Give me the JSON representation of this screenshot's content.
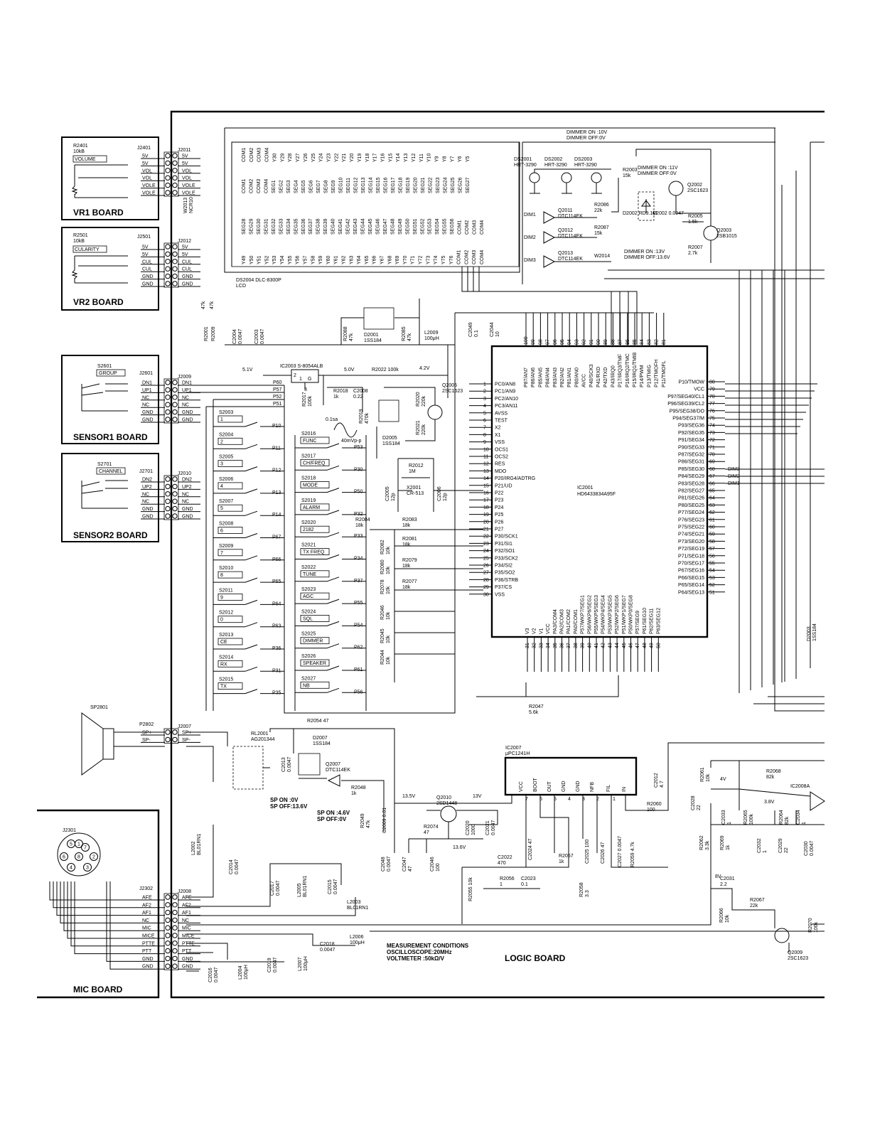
{
  "boards": {
    "vr1": "VR1 BOARD",
    "vr2": "VR2 BOARD",
    "sensor1": "SENSOR1 BOARD",
    "sensor2": "SENSOR2 BOARD",
    "mic": "MIC BOARD",
    "logic": "LOGIC BOARD"
  },
  "vr1": {
    "ref": "R2401",
    "value": "10kB",
    "label": "VOLUME",
    "jack": "J2401",
    "pins": [
      "5V",
      "5V",
      "VOL",
      "VOL",
      "VOLE",
      "VOLE"
    ]
  },
  "vr2": {
    "ref": "R2501",
    "value": "10kB",
    "label": "CULARITY",
    "jack": "J2501",
    "pins": [
      "5V",
      "5V",
      "CUL",
      "CUL",
      "GND",
      "GND"
    ]
  },
  "sensor1": {
    "switch": "S2601",
    "label": "GROUP",
    "jack": "J2601",
    "pins": [
      "DN1",
      "UP1",
      "NC",
      "NC",
      "GND",
      "GND"
    ]
  },
  "sensor2": {
    "switch": "S2701",
    "label": "CHANNEL",
    "jack": "J2701",
    "pins": [
      "DN2",
      "UP2",
      "NC",
      "NC",
      "GND",
      "GND"
    ]
  },
  "logic_connectors": {
    "j2011": {
      "ref": "J2011",
      "pins": [
        "5V",
        "5V",
        "VOL",
        "VOL",
        "VOLE",
        "VOLE"
      ]
    },
    "j2012": {
      "ref": "J2012",
      "pins": [
        "5V",
        "5V",
        "CUL",
        "CUL",
        "GND",
        "GND"
      ]
    },
    "j2009": {
      "ref": "J2009",
      "pins": [
        "DN1",
        "UP1",
        "NC",
        "NC",
        "GND",
        "GND"
      ]
    },
    "j2010": {
      "ref": "J2010",
      "pins": [
        "DN2",
        "UP2",
        "NC",
        "NC",
        "GND",
        "GND"
      ]
    },
    "j2007": {
      "ref": "J2007",
      "pins": [
        "SP+",
        "SP-"
      ]
    },
    "j2008": {
      "ref": "J2008",
      "pins": [
        "AFE",
        "AF2",
        "AF1",
        "NC",
        "MIC",
        "MICE",
        "PTTE",
        "PTT",
        "GND",
        "GND"
      ]
    }
  },
  "speaker": {
    "ref": "SP2801",
    "jack": "P2802",
    "pins": [
      "SP+",
      "SP-"
    ]
  },
  "mic": {
    "jack": "J2301",
    "plug": "J2302",
    "pin_numbers": [
      "1",
      "2",
      "3",
      "4",
      "5",
      "6",
      "7",
      "8"
    ],
    "pins": [
      "AFE",
      "AF2",
      "AF1",
      "NC",
      "MIC",
      "MICE",
      "PTTE",
      "PTT",
      "GND",
      "GND"
    ]
  },
  "lcd": {
    "ref": "DS2004 DLC-8300P",
    "type": "LCD",
    "top_pins": [
      "COM1",
      "COM2",
      "COM3",
      "COM4",
      "Y30",
      "Y29",
      "Y28",
      "Y27",
      "Y26",
      "Y25",
      "Y24",
      "Y23",
      "Y22",
      "Y21",
      "Y20",
      "Y19",
      "Y18",
      "Y17",
      "Y16",
      "Y15",
      "Y14",
      "Y13",
      "Y12",
      "Y11",
      "Y10",
      "Y9",
      "Y8",
      "Y7",
      "Y6",
      "Y5"
    ],
    "mid1": [
      "COM1",
      "COM2",
      "COM3",
      "COM4",
      "SEG1",
      "SEG2",
      "SEG3",
      "SEG4",
      "SEG5",
      "SEG6",
      "SEG7",
      "SEG8",
      "SEG9",
      "SEG10",
      "SEG11",
      "SEG12",
      "SEG13",
      "SEG14",
      "SEG15",
      "SEG16",
      "SEG17",
      "SEG18",
      "SEG19",
      "SEG20",
      "SEG21",
      "SEG22",
      "SEG23",
      "SEG24",
      "SEG25",
      "SEG26",
      "SEG27"
    ],
    "mid2": [
      "SEG28",
      "SEG29",
      "SEG30",
      "SEG31",
      "SEG32",
      "SEG33",
      "SEG34",
      "SEG35",
      "SEG36",
      "SEG37",
      "SEG38",
      "SEG39",
      "SEG40",
      "SEG41",
      "SEG42",
      "SEG43",
      "SEG44",
      "SEG45",
      "SEG46",
      "SEG47",
      "SEG48",
      "SEG49",
      "SEG50",
      "SEG51",
      "SEG52",
      "SEG53",
      "SEG54",
      "SEG55",
      "SEG56",
      "COM1",
      "COM2",
      "COM3",
      "COM4"
    ],
    "bottom": [
      "Y49",
      "Y50",
      "Y51",
      "Y52",
      "Y53",
      "Y54",
      "Y55",
      "Y56",
      "Y57",
      "Y58",
      "Y59",
      "Y60",
      "Y61",
      "Y62",
      "Y63",
      "Y64",
      "Y65",
      "Y66",
      "Y67",
      "Y68",
      "Y69",
      "Y70",
      "Y71",
      "Y72",
      "Y73",
      "Y74",
      "Y75",
      "Y76",
      "COM1",
      "COM2",
      "COM3",
      "COM4"
    ]
  },
  "leds": [
    {
      "ref": "DS2001",
      "part": "HRT-3290"
    },
    {
      "ref": "DS2002",
      "part": "HRT-3290"
    },
    {
      "ref": "DS2003",
      "part": "HRT-3290"
    }
  ],
  "dimmer": {
    "on_10": "DIMMER ON :10V",
    "off_0a": "DIMMER OFF:0V",
    "on_11": "DIMMER ON :11V",
    "off_0b": "DIMMER OFF:0V",
    "on_13": "DIMMER ON :13V",
    "off_136": "DIMMER OFF:13.6V",
    "dim1": "DIM1",
    "dim2": "DIM2",
    "dim3": "DIM3"
  },
  "parts_top": {
    "q2011": "Q2011",
    "q2011p": "DTC114EK",
    "q2012": "Q2012",
    "q2012p": "DTC114EK",
    "q2013": "Q2013",
    "q2013p": "DTC114EK",
    "r2086": "R2086",
    "r2086v": "22k",
    "r2087": "R2087",
    "r2087v": "15k",
    "w2014": "W2014",
    "r2003": "R2003",
    "r2003v": "15k",
    "d2002": "D2002 RD9.1M",
    "c2002": "C2002 0.0047",
    "q2002": "Q2002",
    "q2002p": "2SC1623",
    "r2005": "R2005",
    "r2005v": "1.5k",
    "q2003": "Q2003",
    "q2003p": "2SB1015",
    "r2007": "R2007",
    "r2007v": "2.7k",
    "w2013": "W2013",
    "w2013p": "NCR10",
    "r2001": "R2001",
    "r2001v": "47k",
    "r2009": "R2009",
    "r2009v": "47k",
    "c2004": "C2004",
    "c2004v": "0.0047",
    "c2003": "C2003",
    "c2003v": "0.0047",
    "r2088": "R2088",
    "r2088v": "47k",
    "d2001": "D2001",
    "d2001p": "1SS184",
    "r2085": "R2085",
    "r2085v": "47k",
    "l2009": "L2009",
    "l2009v": "100μH",
    "c2049": "C2049",
    "c2049v": "0.1",
    "c2044": "C2044",
    "c2044v": "10"
  },
  "reset": {
    "ic": "IC2003 S-8054ALB",
    "v51": "5.1V",
    "v50": "5.0V",
    "v42": "4.2V",
    "r2022": "R2022 100k",
    "q2005": "Q2005",
    "q2005p": "2SC1623",
    "r2017": "R2017",
    "r2017v": "100k",
    "r2018": "R2018",
    "r2018v": "1k",
    "c2008": "C2008",
    "c2008v": "0.22",
    "r2019": "R2019",
    "r2019v": "470k",
    "r2020": "R2020",
    "r2020v": "220k",
    "r2021": "R2021",
    "r2021v": "220k",
    "d2005": "D2005",
    "d2005p": "1SS184",
    "pulse": "0.1sa",
    "pulse2": "40mVp-p",
    "ic_pins": [
      "2",
      "1",
      "3",
      "G"
    ]
  },
  "keys_left": [
    {
      "ref": "S2003",
      "label": "1",
      "port": "P10"
    },
    {
      "ref": "S2004",
      "label": "2",
      "port": "P11"
    },
    {
      "ref": "S2005",
      "label": "3",
      "port": "P12"
    },
    {
      "ref": "S2006",
      "label": "4",
      "port": "P13"
    },
    {
      "ref": "S2007",
      "label": "5",
      "port": "P14"
    },
    {
      "ref": "S2008",
      "label": "6",
      "port": "P67"
    },
    {
      "ref": "S2009",
      "label": "7",
      "port": "P66"
    },
    {
      "ref": "S2010",
      "label": "8",
      "port": "P65"
    },
    {
      "ref": "S2011",
      "label": "9",
      "port": "P64"
    },
    {
      "ref": "S2012",
      "label": "0",
      "port": "P63"
    },
    {
      "ref": "S2013",
      "label": "CE",
      "port": "P36"
    },
    {
      "ref": "S2014",
      "label": "RX",
      "port": "P31"
    },
    {
      "ref": "S2015",
      "label": "TX",
      "port": "P35"
    }
  ],
  "keys_right": [
    {
      "ref": "S2016",
      "label": "FUNC",
      "port": "P53"
    },
    {
      "ref": "S2017",
      "label": "CH/FREQ",
      "port": "P30"
    },
    {
      "ref": "S2018",
      "label": "MODE",
      "port": "P50"
    },
    {
      "ref": "S2019",
      "label": "ALARM",
      "port": "P32"
    },
    {
      "ref": "S2020",
      "label": "2182",
      "port": "P33"
    },
    {
      "ref": "S2021",
      "label": "TX FREQ",
      "port": "P34"
    },
    {
      "ref": "S2022",
      "label": "TUNE",
      "port": "P37"
    },
    {
      "ref": "S2023",
      "label": "AGC",
      "port": "P55"
    },
    {
      "ref": "S2024",
      "label": "SQL",
      "port": "P54"
    },
    {
      "ref": "S2025",
      "label": "DIMMER",
      "port": "P62"
    },
    {
      "ref": "S2026",
      "label": "SPEAKER",
      "port": "P61"
    },
    {
      "ref": "S2027",
      "label": "NB",
      "port": "P56"
    }
  ],
  "sensor_ports": [
    "P60",
    "P57",
    "P52",
    "P51"
  ],
  "ladder": [
    {
      "ref": "R2084",
      "v": "18k"
    },
    {
      "ref": "R2083",
      "v": "18k"
    },
    {
      "ref": "R2082",
      "v": "10k"
    },
    {
      "ref": "R2081",
      "v": "18k"
    },
    {
      "ref": "R2080",
      "v": "10k"
    },
    {
      "ref": "R2079",
      "v": "18k"
    },
    {
      "ref": "R2078",
      "v": "10k"
    },
    {
      "ref": "R2077",
      "v": "18k"
    },
    {
      "ref": "R2046",
      "v": "10k"
    },
    {
      "ref": "R2045",
      "v": "10k"
    },
    {
      "ref": "R2044",
      "v": "10k"
    }
  ],
  "osc": {
    "r2012": "R2012",
    "r2012v": "1M",
    "x2001": "X2001",
    "x2001p": "CR-513",
    "c2005": "C2005",
    "c2005v": "12p",
    "c2006": "C2006",
    "c2006v": "12p"
  },
  "mcu": {
    "ref": "IC2001",
    "part": "HD6433834A95F",
    "left_pins": [
      {
        "n": "1",
        "s": "PC0/AN8"
      },
      {
        "n": "2",
        "s": "PC1/AN9"
      },
      {
        "n": "3",
        "s": "PC2/AN10"
      },
      {
        "n": "4",
        "s": "PC3/AN11"
      },
      {
        "n": "5",
        "s": "AVSS"
      },
      {
        "n": "6",
        "s": "TEST"
      },
      {
        "n": "7",
        "s": "X2"
      },
      {
        "n": "8",
        "s": "X1"
      },
      {
        "n": "9",
        "s": "VSS"
      },
      {
        "n": "10",
        "s": "OCS1"
      },
      {
        "n": "11",
        "s": "OCS2"
      },
      {
        "n": "12",
        "s": "RES"
      },
      {
        "n": "13",
        "s": "MDO"
      },
      {
        "n": "14",
        "s": "P20/IRG4/ADTRG"
      },
      {
        "n": "15",
        "s": "P21/UD"
      },
      {
        "n": "16",
        "s": "P22"
      },
      {
        "n": "17",
        "s": "P23"
      },
      {
        "n": "18",
        "s": "P24"
      },
      {
        "n": "19",
        "s": "P25"
      },
      {
        "n": "20",
        "s": "P26"
      },
      {
        "n": "21",
        "s": "P27"
      },
      {
        "n": "22",
        "s": "P30/SCK1"
      },
      {
        "n": "23",
        "s": "P31/SI1"
      },
      {
        "n": "24",
        "s": "P32/SO1"
      },
      {
        "n": "25",
        "s": "P33/SCK2"
      },
      {
        "n": "26",
        "s": "P34/SI2"
      },
      {
        "n": "27",
        "s": "P35/SO2"
      },
      {
        "n": "28",
        "s": "P36/STRB"
      },
      {
        "n": "29",
        "s": "P37/CS"
      },
      {
        "n": "30",
        "s": "VSS"
      }
    ],
    "right_pins": [
      {
        "n": "80",
        "s": "P10/TMOW"
      },
      {
        "n": "79",
        "s": "VCC"
      },
      {
        "n": "78",
        "s": "P97/SEG40/CL1"
      },
      {
        "n": "77",
        "s": "P96/SEG39/CL2"
      },
      {
        "n": "76",
        "s": "P95/SEG38/DO"
      },
      {
        "n": "75",
        "s": "P94/SEG37/M"
      },
      {
        "n": "74",
        "s": "P93/SEG36"
      },
      {
        "n": "73",
        "s": "P92/SEG35"
      },
      {
        "n": "72",
        "s": "P91/SEG34"
      },
      {
        "n": "71",
        "s": "P90/SEG33"
      },
      {
        "n": "70",
        "s": "P87/SEG32"
      },
      {
        "n": "69",
        "s": "P86/SEG31"
      },
      {
        "n": "68",
        "s": "P85/SEG30"
      },
      {
        "n": "67",
        "s": "P84/SEG29"
      },
      {
        "n": "66",
        "s": "P83/SEG28"
      },
      {
        "n": "65",
        "s": "P82/SEG27"
      },
      {
        "n": "64",
        "s": "P81/SEG26"
      },
      {
        "n": "63",
        "s": "P80/SEG25"
      },
      {
        "n": "62",
        "s": "P77/SEG24"
      },
      {
        "n": "61",
        "s": "P76/SEG23"
      },
      {
        "n": "60",
        "s": "P75/SEG22"
      },
      {
        "n": "59",
        "s": "P74/SEG21"
      },
      {
        "n": "58",
        "s": "P73/SEG20"
      },
      {
        "n": "57",
        "s": "P72/SEG19"
      },
      {
        "n": "56",
        "s": "P71/SEG18"
      },
      {
        "n": "55",
        "s": "P70/SEG17"
      },
      {
        "n": "54",
        "s": "P67/SEG16"
      },
      {
        "n": "53",
        "s": "P66/SEG15"
      },
      {
        "n": "52",
        "s": "P65/SEG14"
      },
      {
        "n": "51",
        "s": "P64/SEG13"
      }
    ],
    "top_pins": [
      {
        "n": "100",
        "s": "P87/AN7"
      },
      {
        "n": "99",
        "s": "P86/AN6"
      },
      {
        "n": "98",
        "s": "P85/AN5"
      },
      {
        "n": "97",
        "s": "P84/AN4"
      },
      {
        "n": "96",
        "s": "P83/AN3"
      },
      {
        "n": "95",
        "s": "P82/AN2"
      },
      {
        "n": "94",
        "s": "P81/AN1"
      },
      {
        "n": "93",
        "s": "P80/AN0"
      },
      {
        "n": "92",
        "s": "AVCC"
      },
      {
        "n": "91",
        "s": "P40/SCK3"
      },
      {
        "n": "90",
        "s": "P41/RXD"
      },
      {
        "n": "89",
        "s": "P42/TXD"
      },
      {
        "n": "88",
        "s": "P43/IRQ0"
      },
      {
        "n": "87",
        "s": "P17/IRQ3/TMF"
      },
      {
        "n": "86",
        "s": "P16/IRQ2/TMC"
      },
      {
        "n": "85",
        "s": "P15/IRQ1/TMIB"
      },
      {
        "n": "84",
        "s": "P14/PWM"
      },
      {
        "n": "83",
        "s": "P13/TMIG"
      },
      {
        "n": "82",
        "s": "P12/TMOFH"
      },
      {
        "n": "81",
        "s": "P11/TMOFL"
      }
    ],
    "bottom_pins": [
      {
        "n": "31",
        "s": "V3"
      },
      {
        "n": "32",
        "s": "V2"
      },
      {
        "n": "33",
        "s": "V1"
      },
      {
        "n": "34",
        "s": "VCC"
      },
      {
        "n": "35",
        "s": "PA3/COM4"
      },
      {
        "n": "36",
        "s": "PA2/COM3"
      },
      {
        "n": "37",
        "s": "PA1/COM2"
      },
      {
        "n": "38",
        "s": "PA0/COM1"
      },
      {
        "n": "39",
        "s": "P57/WKP7/SEG1"
      },
      {
        "n": "40",
        "s": "P56/WKP6/SEG2"
      },
      {
        "n": "41",
        "s": "P55/WKP5/SEG3"
      },
      {
        "n": "42",
        "s": "P54/WKP4/SEG4"
      },
      {
        "n": "43",
        "s": "P53/WKP3/SEG5"
      },
      {
        "n": "44",
        "s": "P52/WKP2/SEG6"
      },
      {
        "n": "45",
        "s": "P51/WKP1/SEG7"
      },
      {
        "n": "46",
        "s": "P50/WKP0/SEG8"
      },
      {
        "n": "47",
        "s": "P57/SEG9"
      },
      {
        "n": "48",
        "s": "P61/SEG10"
      },
      {
        "n": "49",
        "s": "P62/SEG11"
      },
      {
        "n": "50",
        "s": "P63/SEG12"
      }
    ],
    "r2047": "R2047",
    "r2047v": "5.6k"
  },
  "audio": {
    "rl2001": "RL2001",
    "rl2001p": "AG201344",
    "r2054": "R2054 47",
    "d2007": "D2007",
    "d2007p": "1SS184",
    "q2007": "Q2007",
    "q2007p": "DTC114EK",
    "c2013": "C2013",
    "c2013v": "0.0047",
    "r2048": "R2048",
    "r2048v": "1k",
    "sp_on0": "SP ON :0V",
    "sp_off136": "SP OFF:13.6V",
    "sp_on46": "SP ON :4.6V",
    "sp_off0": "SP OFF:0V",
    "r2049": "R2049",
    "r2049v": "47k",
    "c2009": "C2009 0.01",
    "v135": "13.5V",
    "v13": "13V",
    "v136": "13.6V",
    "q2010": "Q2010",
    "q2010p": "2SD1448",
    "c2020": "C2020",
    "c2020v": "1000",
    "c2021": "C2021",
    "c2021v": "0.0047",
    "r2074": "R2074",
    "r2074v": "47",
    "c2048": "C2048",
    "c2048v": "0.0047",
    "c2047": "C2047",
    "c2047v": "47",
    "c2046": "C2046",
    "c2046v": "100",
    "ic2007": "IC2007",
    "ic2007p": "μPC1241H",
    "ic_pins": [
      "VCC",
      "BOOT",
      "OUT",
      "GND",
      "GND",
      "NFB",
      "FIL",
      "IN"
    ],
    "ic_nums": [
      "7",
      "6",
      "5",
      "4",
      "3",
      "2",
      "1"
    ],
    "c2022": "C2022",
    "c2022v": "470",
    "c2024": "C2024 47",
    "r2056": "R2056",
    "r2056v": "1",
    "c2023": "C2023",
    "c2023v": "0.1",
    "r2055": "R2055 10k",
    "r2057": "R2057",
    "r2057v": "1k",
    "c2025": "C2025 100",
    "r2058": "R2058",
    "r2058v": "3.3",
    "c2026": "C2026 47",
    "c2027": "C2027 0.0047",
    "r2059": "R2059 4.7k",
    "c2012": "C2012",
    "c2012v": "4.7",
    "r2060": "R2060",
    "r2060v": "100",
    "l2002": "L2002",
    "l2002p": "BL01RN1",
    "c2014": "C2014",
    "c2014v": "0.0047",
    "c2017": "C2017",
    "c2017v": "0.0047",
    "l2005": "L2005",
    "l2005p": "BL01RN1",
    "c2015": "C2015",
    "c2015v": "0.0047",
    "l2003": "L2003",
    "l2003p": "BL01RN1",
    "c2018": "C2018",
    "c2018v": "0.0047",
    "l2006": "L2006",
    "l2006v": "100μH",
    "c2016": "C2016",
    "c2016v": "0.0047",
    "l2004": "L2004",
    "l2004v": "100μH",
    "c2019": "C2019",
    "c2019v": "0.0047",
    "l2007": "L2007",
    "l2007v": "100μH"
  },
  "mic_amp": {
    "r2061": "R2061",
    "r2061v": "10k",
    "v4": "4V",
    "r2068": "R2068",
    "r2068v": "82k",
    "ic2008": "IC2008A",
    "v38": "3.8V",
    "c2028": "C2028",
    "c2028v": "22",
    "c2033": "C2033",
    "c2033v": "1",
    "r2065": "R2065",
    "r2065v": "100k",
    "r2064": "R2064",
    "r2064v": "82k",
    "c2034": "C2034",
    "c2034v": "1",
    "r2062": "R2062",
    "r2062v": "3.3k",
    "r2069": "R2069",
    "r2069v": "1k",
    "c2032": "C2032",
    "c2032v": "1",
    "c2029": "C2029",
    "c2029v": "22",
    "c2030": "C2030",
    "c2030v": "0.0047",
    "v8": "8V",
    "c2031": "C2031",
    "c2031v": "2.2",
    "r2066": "R2066",
    "r2066v": "10k",
    "r2067": "R2067",
    "r2067v": "22k",
    "q2009": "Q2009",
    "q2009p": "2SC1623",
    "r2070": "R2070",
    "r2070v": "100k",
    "d2003": "D2003",
    "d2003p": "1SS184"
  },
  "notes": {
    "m1": "MEASUREMENT CONDITIONS",
    "m2": "OSCILLOSCOPE:20MHz",
    "m3": "VOLTMETER :50kΩ/V"
  }
}
